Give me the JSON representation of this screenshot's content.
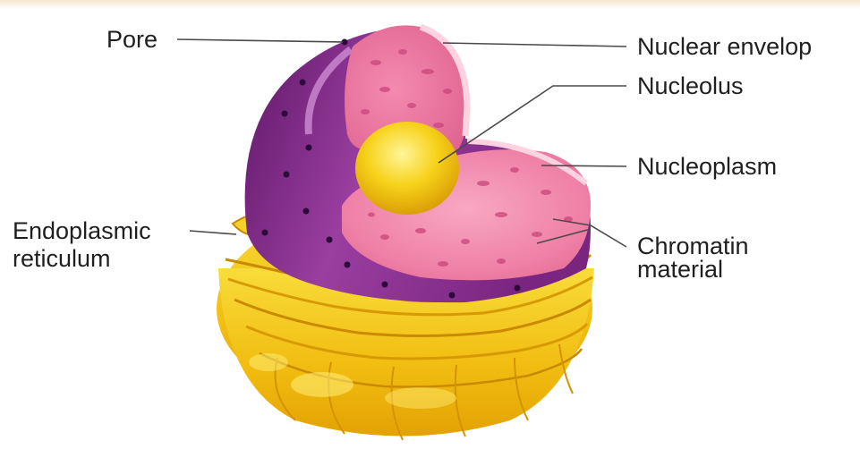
{
  "labels": {
    "pore": "Pore",
    "nuclear_envelope": "Nuclear envelop",
    "nucleolus": "Nucleolus",
    "nucleoplasm": "Nucleoplasm",
    "chromatin": [
      "Chromatin",
      "material"
    ],
    "endoplasmic_reticulum": [
      "Endoplasmic",
      "reticulum"
    ]
  },
  "colors": {
    "envelope_purple": "#8b2f8f",
    "nucleoplasm_pink": "#ea7aa0",
    "nucleolus_yellow": "#f7d21a",
    "er_yellow": "#f3c10f",
    "leader_line": "#4a4a4a",
    "page_background": "#ffffff",
    "top_border": "#f7eddb"
  }
}
